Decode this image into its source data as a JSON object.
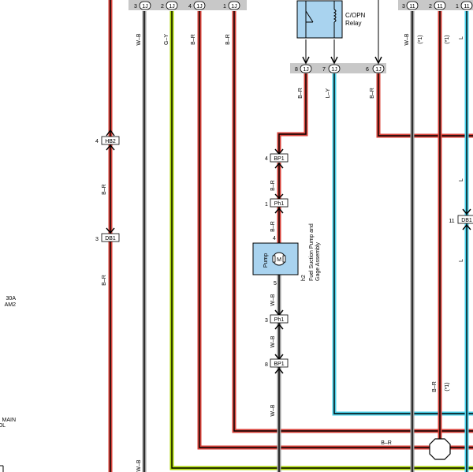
{
  "connectors": {
    "top_row": [
      {
        "pin": "3",
        "code": "1J"
      },
      {
        "pin": "2",
        "code": "1J"
      },
      {
        "pin": "4",
        "code": "1J"
      },
      {
        "pin": "1",
        "code": "1J"
      }
    ],
    "relay_row": [
      {
        "pin": "8",
        "code": "1J"
      },
      {
        "pin": "7",
        "code": "1J"
      },
      {
        "pin": "6",
        "code": "1J"
      }
    ],
    "right_row": [
      {
        "pin": "3",
        "code": "11"
      },
      {
        "pin": "2",
        "code": "11"
      },
      {
        "pin": "1",
        "code": "11"
      }
    ],
    "hb2": {
      "pin": "4",
      "code": "HB2"
    },
    "db1_left": {
      "pin": "3",
      "code": "DB1"
    },
    "db1_right": {
      "pin": "11",
      "code": "DB1"
    },
    "bp1_top": {
      "pin": "4",
      "code": "BP1"
    },
    "ph1_top": {
      "pin": "1",
      "code": "Ph1"
    },
    "ph1_bottom": {
      "pin": "3",
      "code": "Ph1"
    },
    "bp1_bottom": {
      "pin": "8",
      "code": "BP1"
    }
  },
  "relay": {
    "name": "C/OPN",
    "sub": "Relay"
  },
  "pump": {
    "motor": "M",
    "label": "Pump",
    "pin_top": "4",
    "pin_bottom": "5",
    "ref": "h2",
    "assembly_line1": "Fuel Suction Pump and",
    "assembly_line2": "Gage Assembly"
  },
  "wire_labels": {
    "w1": "W–B",
    "w2": "G–Y",
    "w3": "B–R",
    "w4": "B–R",
    "relay_left": "B–R",
    "relay_mid": "L–Y",
    "relay_right": "B–R",
    "hb2_db1": "B–R",
    "db1_down": "B–R",
    "bp1_ph1": "B–R",
    "ph1_pump": "B–R",
    "pump_ph1": "W–B",
    "ph1_bp1": "W–B",
    "bp1_down": "W–B",
    "right_wb": "W–B",
    "right_star1a": "(*1)",
    "right_star1b": "(*1)",
    "right_L_top": "L",
    "right_L_mid": "L",
    "right_L_low": "L",
    "bottom_br": "B–R",
    "right_low_br": "B–R",
    "right_low_star": "(*1)",
    "bottom_left_wb": "W–B"
  },
  "fuses": {
    "am2_value": "30A",
    "am2_name": "AM2",
    "main_label": "MAIN",
    "main_cut": "OL"
  },
  "colors": {
    "wire_red": "#d9423a",
    "wire_green": "#a8d400",
    "wire_cyan": "#4ad0e8",
    "wire_gray": "#9a9a9a",
    "wire_core": "#000000",
    "connector_bar": "#c8c8c8",
    "pump_fill": "#a9d3ef",
    "relay_fill": "#a9d3ef"
  }
}
